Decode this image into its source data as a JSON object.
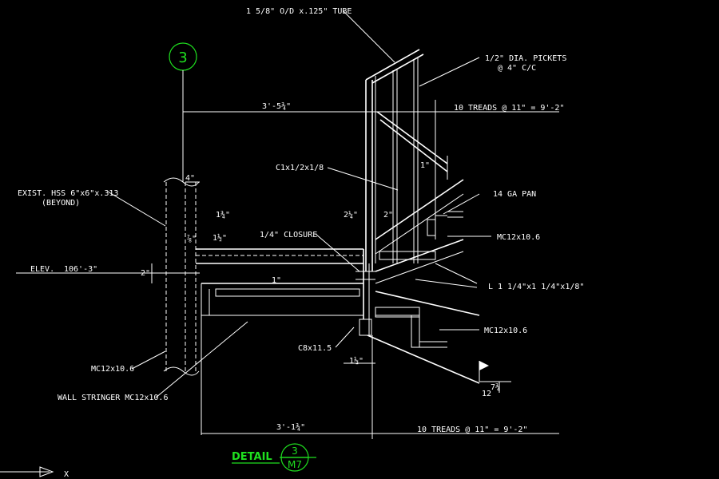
{
  "section_marker": "3",
  "labels": {
    "tube": "1 5/8\" O/D x.125\" TUBE",
    "pickets_1": "1/2\" DIA. PICKETS",
    "pickets_2": "@ 4\" C/C",
    "treads_top": "10 TREADS @ 11\" = 9'-2\"",
    "treads_bottom": "10 TREADS @ 11\" = 9'-2\"",
    "channel_c": "C1x1/2x1/8",
    "ga_pan": "14 GA PAN",
    "mc_right_upper": "MC12x10.6",
    "mc_right_lower": "MC12x10.6",
    "angle": "L 1 1/4\"x1 1/4\"x1/8\"",
    "hss_1": "EXIST. HSS 6\"x6\"x.313",
    "hss_2": "(BEYOND)",
    "closure": "1/4\" CLOSURE",
    "elev": "ELEV.",
    "elev_value": "106'-3\"",
    "c8": "C8x11.5",
    "mc_left": "MC12x10.6",
    "wall_stringer": "WALL STRINGER MC12x10.6"
  },
  "dimensions": {
    "top_span": "3'-5¾\"",
    "bottom_span": "3'-1¾\"",
    "four_in": "4\"",
    "one_three_quarter": "1¾\"",
    "one_half_a": "1½\"",
    "one_half_b": "1½\"",
    "two_a": "2\"",
    "two_quarter": "2¼\"",
    "two_b": "2\"",
    "one_a": "1\"",
    "one_b": "1\"",
    "seven_eighth": "⅞\"",
    "slope": "12",
    "slope_rise": "7¾"
  },
  "detail_tag": {
    "word": "DETAIL",
    "number": "3",
    "sheet": "M7"
  },
  "ucs_axis": "X",
  "colors": {
    "background": "#000000",
    "linework": "#ffffff",
    "annotation": "#1fe01f"
  }
}
